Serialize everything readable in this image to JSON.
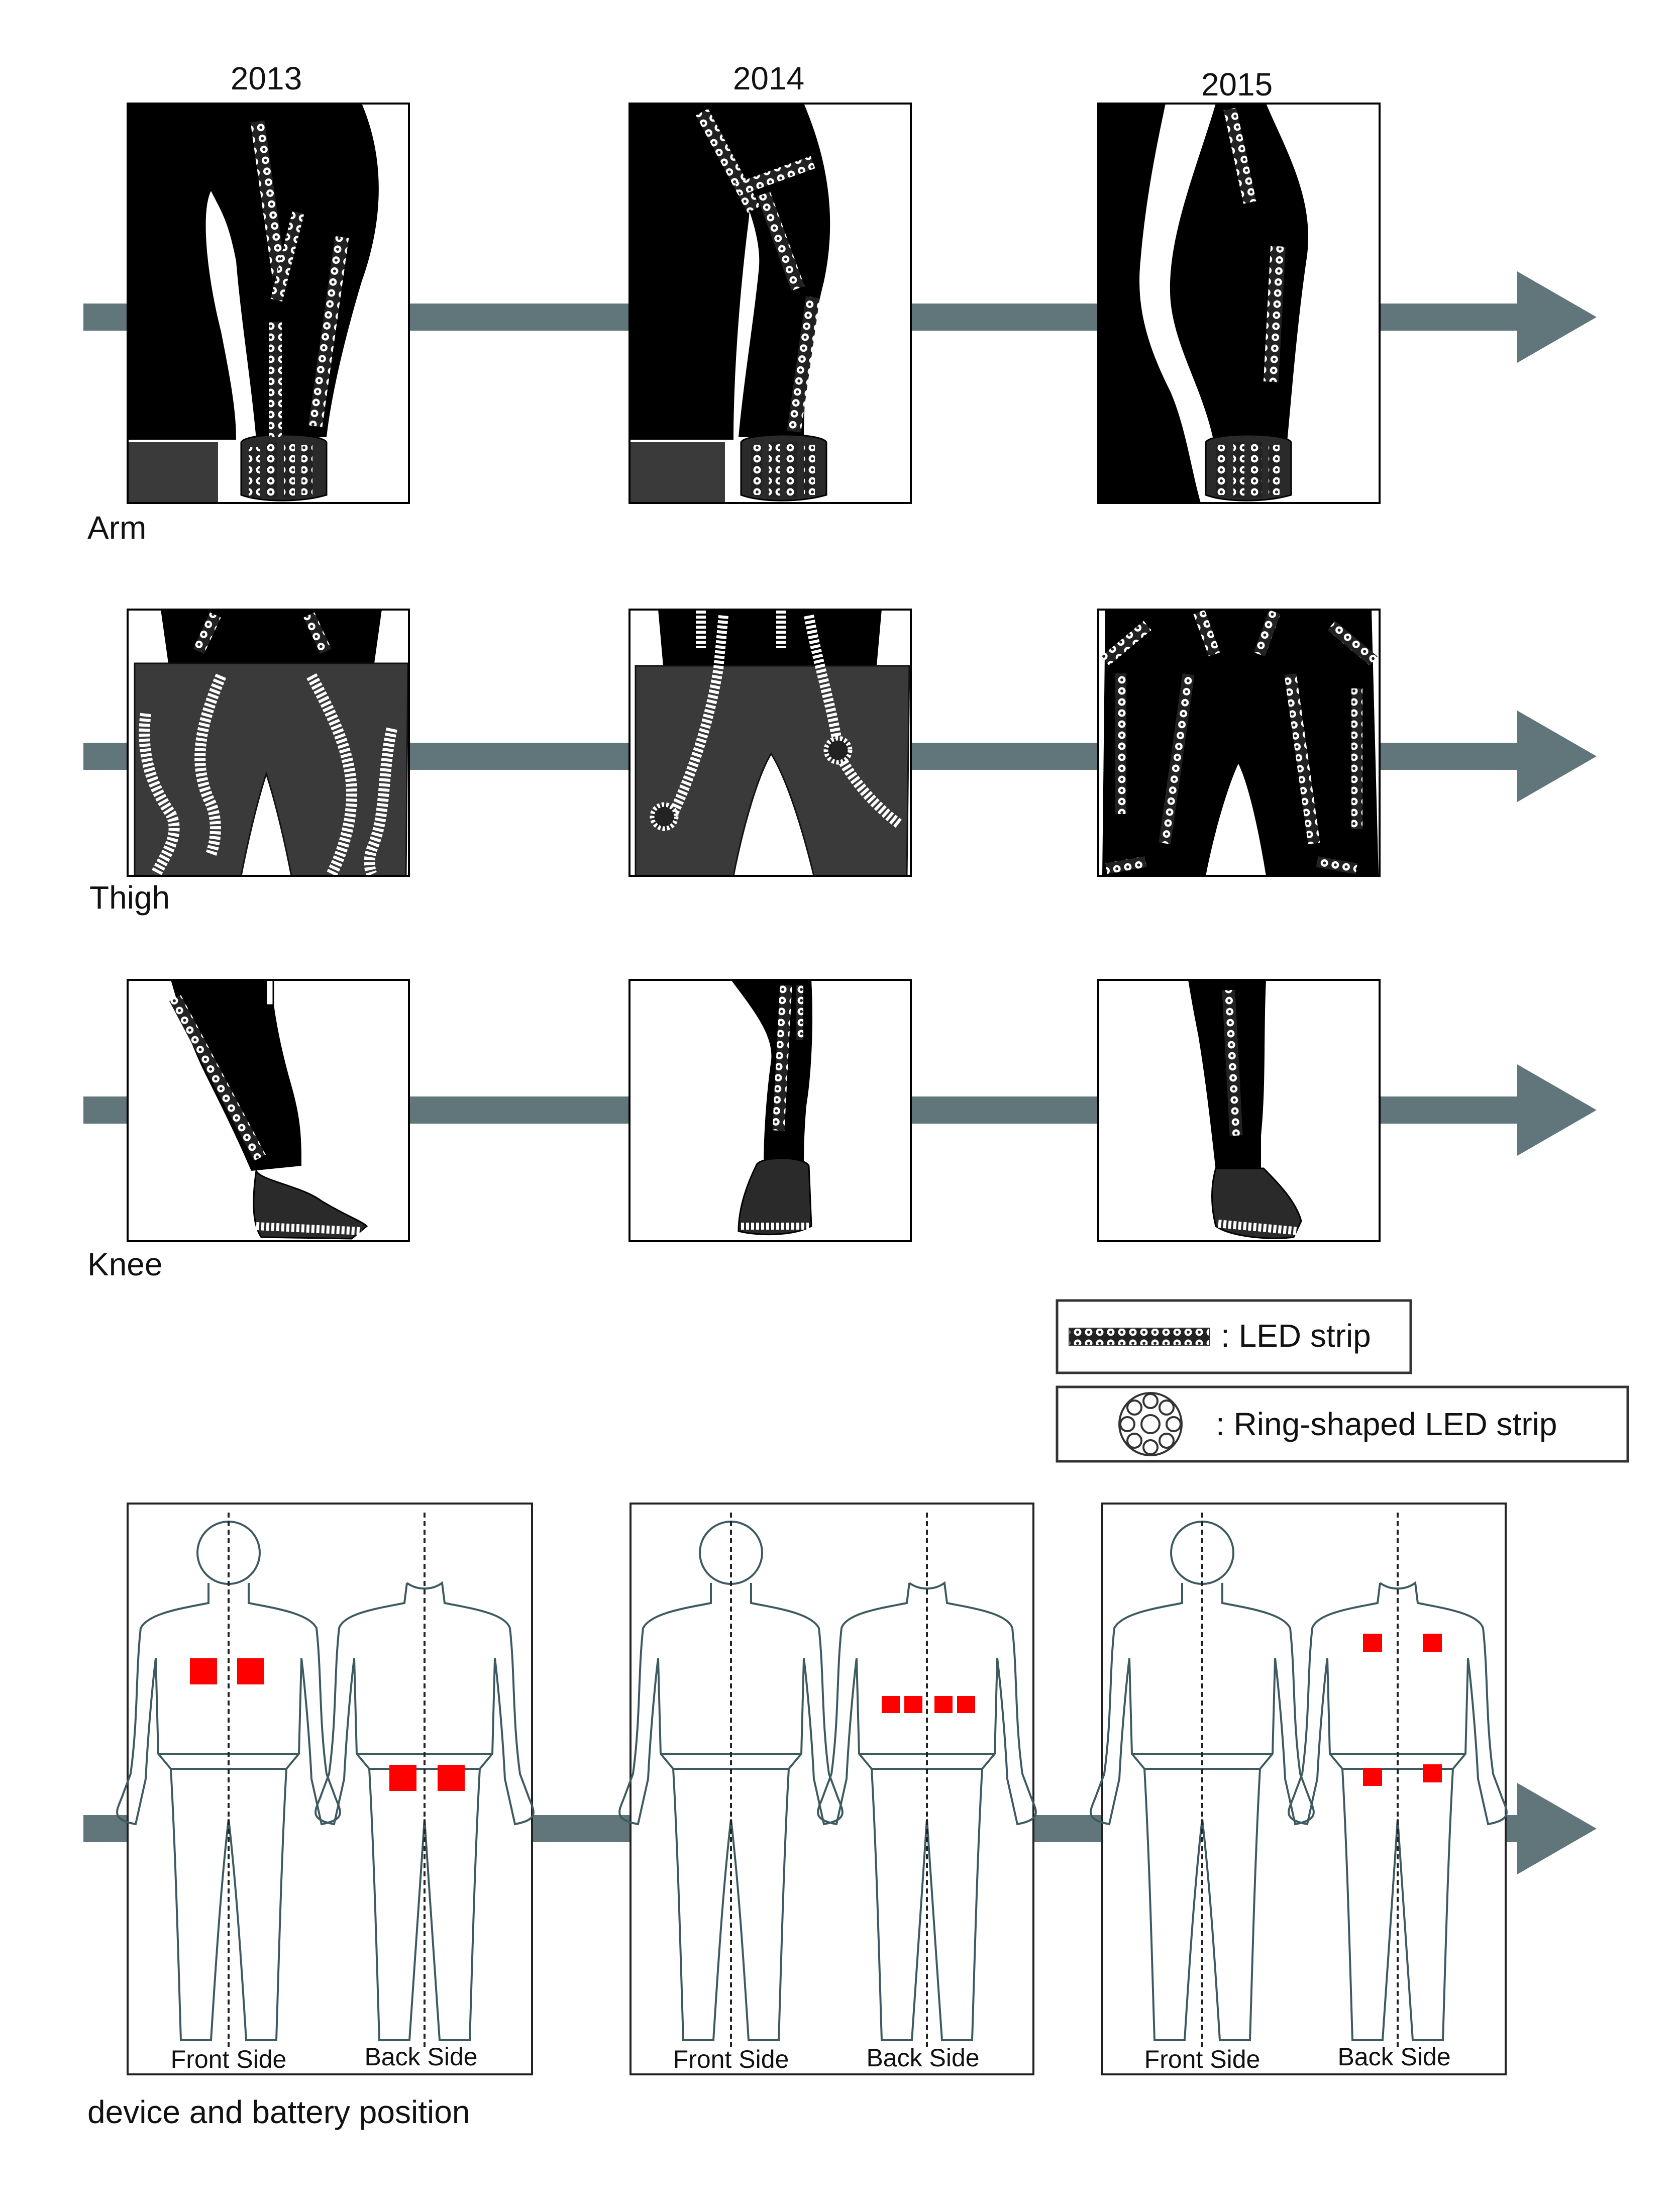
{
  "years": [
    "2013",
    "2014",
    "2015"
  ],
  "rows": [
    {
      "id": "arm",
      "label": "Arm"
    },
    {
      "id": "thigh",
      "label": "Thigh"
    },
    {
      "id": "knee",
      "label": "Knee"
    }
  ],
  "legend": {
    "led_strip": ": LED strip",
    "ring_led": ": Ring-shaped LED strip"
  },
  "device_section": {
    "label": "device and battery position",
    "front_label": "Front Side",
    "back_label": "Back Side"
  },
  "colors": {
    "timeline": "#60767b",
    "suit": "#000000",
    "pants_gray": "#3a3a3a",
    "led": "#ffffff",
    "device": "#ff0000",
    "outline": "#3e5a61"
  }
}
